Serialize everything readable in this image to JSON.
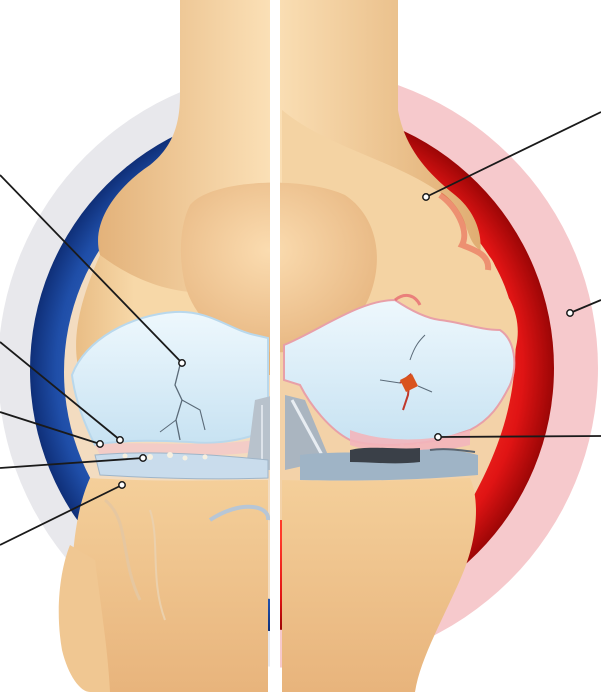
{
  "figure": {
    "subject": "knee-joint-comparison",
    "left_half": "healthy-or-early-stage-joint",
    "right_half": "inflamed-degenerated-joint",
    "colors": {
      "left_ring": "#1f4ea8",
      "left_ring_dark": "#0f2f78",
      "right_ring": "#e01414",
      "right_ring_dark": "#a00808",
      "right_halo": "#f6c9cc",
      "left_halo": "#e6e6ea",
      "bone": "#f3cf9c",
      "bone_shadow": "#e3b57c",
      "cartilage": "#dff0fa",
      "cartilage_edge": "#b9d8ec",
      "ligament": "#b8c2cc",
      "divider": "#ffffff",
      "leader_line": "#1a1a1a"
    },
    "leader_lines": [
      {
        "side": "left",
        "name": "leader-cartilage-crack-left"
      },
      {
        "side": "left",
        "name": "leader-subchondral-upper"
      },
      {
        "side": "left",
        "name": "leader-subchondral-lower"
      },
      {
        "side": "left",
        "name": "leader-joint-fragments"
      },
      {
        "side": "left",
        "name": "leader-tibia-surface"
      },
      {
        "side": "right",
        "name": "leader-femur-right"
      },
      {
        "side": "right",
        "name": "leader-synovial-inflammation"
      },
      {
        "side": "right",
        "name": "leader-eroded-cartilage"
      }
    ]
  }
}
